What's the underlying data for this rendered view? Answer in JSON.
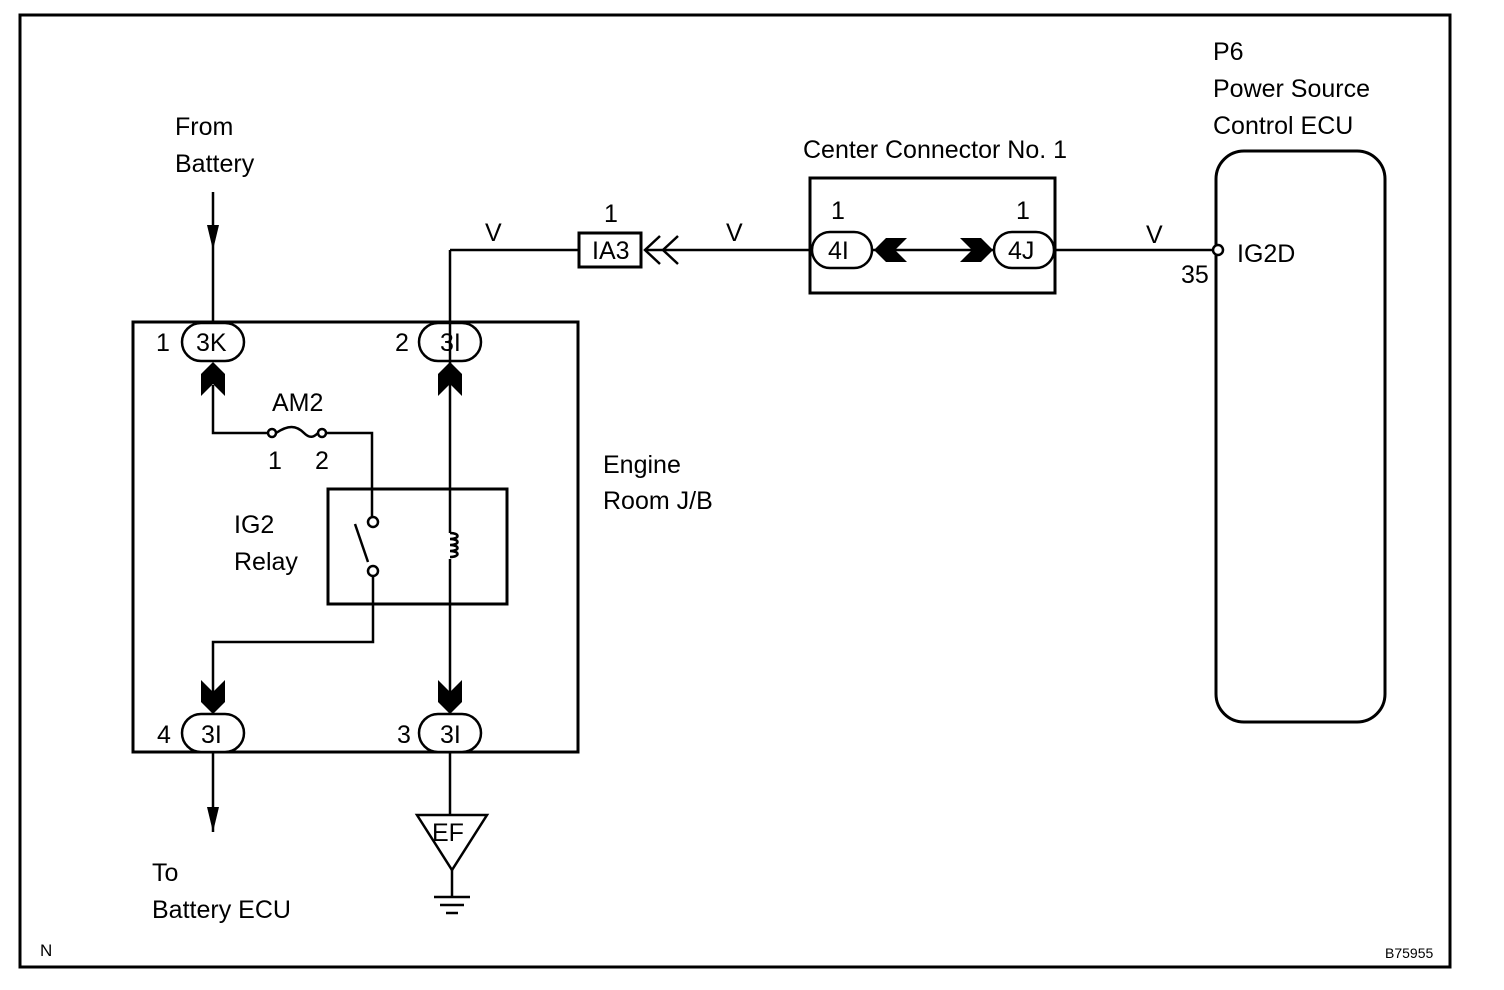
{
  "diagram": {
    "source": {
      "line1": "From",
      "line2": "Battery"
    },
    "destination": {
      "line1": "To",
      "line2": "Battery ECU"
    },
    "junction_block": {
      "line1": "Engine",
      "line2": "Room J/B"
    },
    "relay": {
      "line1": "IG2",
      "line2": "Relay"
    },
    "fuse": {
      "name": "AM2",
      "pin1": "1",
      "pin2": "2"
    },
    "jb_connectors": [
      {
        "pin": "1",
        "code": "3K"
      },
      {
        "pin": "2",
        "code": "3I"
      },
      {
        "pin": "4",
        "code": "3I"
      },
      {
        "pin": "3",
        "code": "3I"
      }
    ],
    "ground": {
      "code": "EF"
    },
    "inline_connector": {
      "code": "IA3",
      "pin": "1"
    },
    "wire_color": "V",
    "center_connector": {
      "title": "Center Connector No. 1",
      "left": {
        "code": "4I",
        "pin": "1"
      },
      "right": {
        "code": "4J",
        "pin": "1"
      }
    },
    "ecu": {
      "code": "P6",
      "line1": "Power Source",
      "line2": "Control ECU",
      "terminal": "IG2D",
      "pin": "35"
    },
    "corner_label": "N",
    "figure_id": "B75955"
  }
}
